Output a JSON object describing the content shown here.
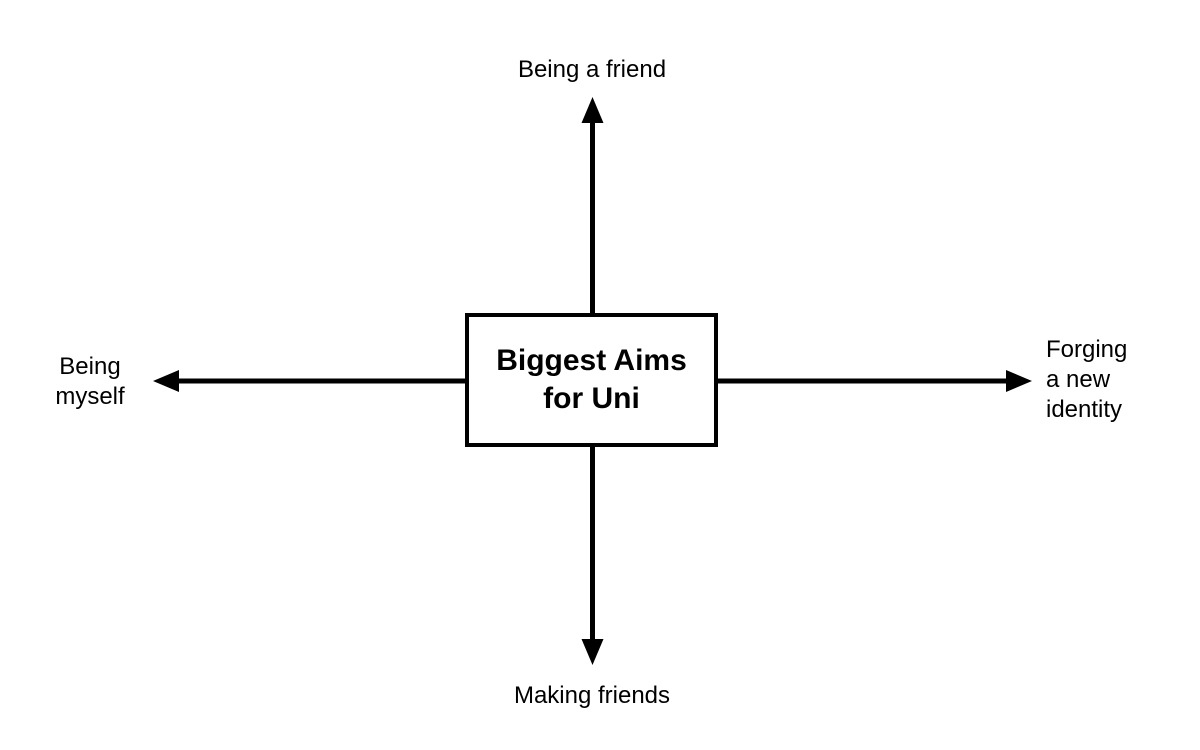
{
  "diagram": {
    "title": "Biggest Aims for Uni mind map",
    "type": "spider-diagram",
    "colors": {
      "background": "#ffffff",
      "line": "#000000",
      "text": "#000000",
      "box_border": "#000000",
      "box_fill": "#ffffff"
    },
    "center": {
      "label": "Biggest Aims\nfor Uni"
    },
    "branches": [
      {
        "id": "top",
        "direction": "up",
        "label": "Being a friend"
      },
      {
        "id": "right",
        "direction": "right",
        "label": "Forging\na new\nidentity"
      },
      {
        "id": "bottom",
        "direction": "down",
        "label": "Making friends"
      },
      {
        "id": "left",
        "direction": "left",
        "label": "Being\nmyself"
      }
    ]
  }
}
